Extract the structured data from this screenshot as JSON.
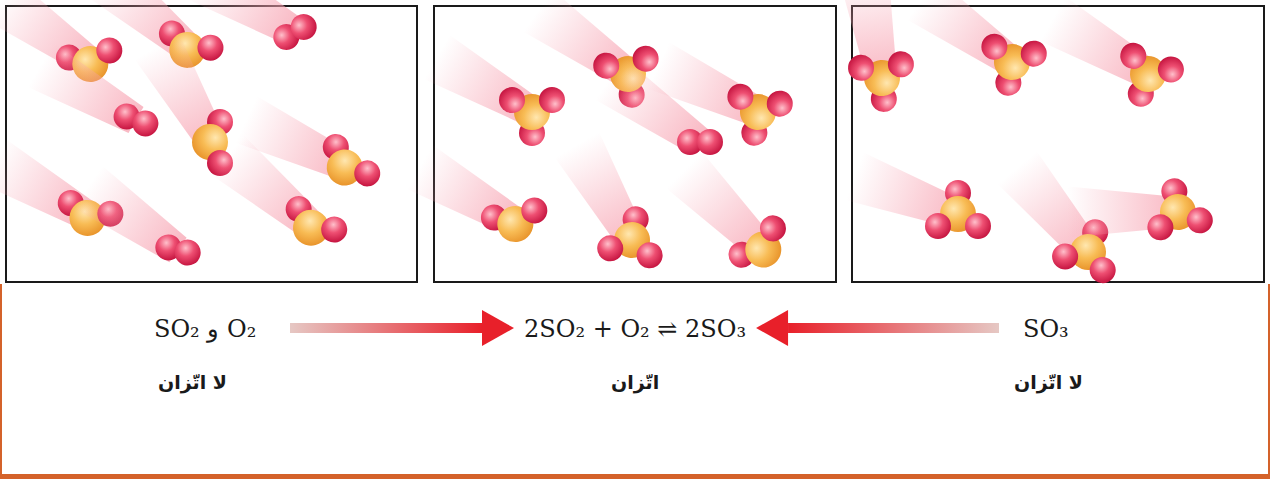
{
  "diagram": {
    "labels": [
      "O₂ و SO₂",
      "2SO₂ + O₂ ⇌ 2SO₃",
      "SO₃",
      "لا اتّزان",
      "اتّزان",
      "لا اتّزان"
    ]
  }
}
